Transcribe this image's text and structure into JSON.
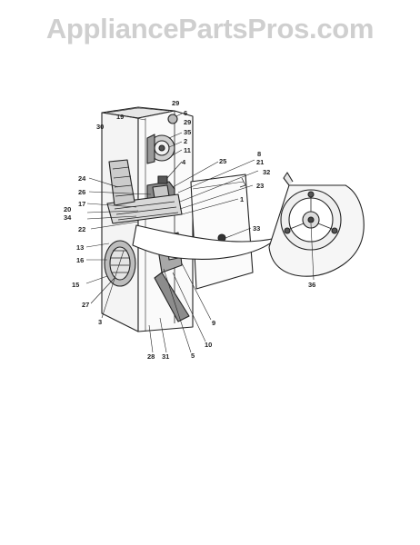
{
  "watermark": {
    "text": "AppliancePartsPros.com"
  },
  "callouts": {
    "c29a": "29",
    "c6a": "6",
    "c19": "19",
    "c29b": "29",
    "c30": "30",
    "c35": "35",
    "c2": "2",
    "c11": "11",
    "c4": "4",
    "c25": "25",
    "c8": "8",
    "c21": "21",
    "c32": "32",
    "c24": "24",
    "c23": "23",
    "c26": "26",
    "c1": "1",
    "c17": "17",
    "c20": "20",
    "c34": "34",
    "c22": "22",
    "c33": "33",
    "c13": "13",
    "c16": "16",
    "c15": "15",
    "c27": "27",
    "c3": "3",
    "c9": "9",
    "c10": "10",
    "c5": "5",
    "c28": "28",
    "c31": "31",
    "c36": "36"
  },
  "colors": {
    "ink": "#222222",
    "watermark": "#cfcfcf",
    "background": "#ffffff"
  }
}
